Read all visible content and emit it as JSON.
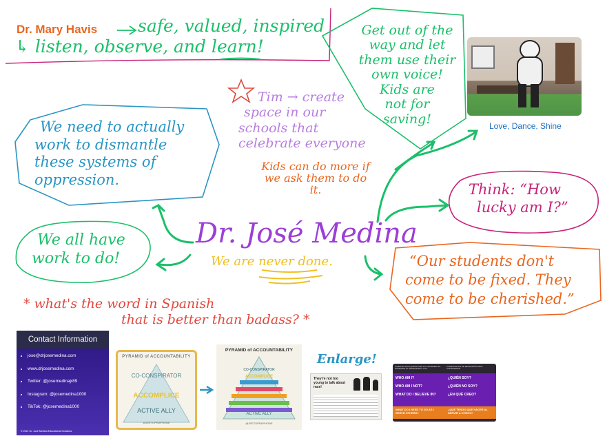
{
  "header": {
    "presenter_name": "Dr. Mary Havis",
    "line1": "safe, valued, inspired",
    "line2_prefix": "listen, observe, and ",
    "line2_learn": "learn",
    "line2_suffix": "!"
  },
  "notes": {
    "voice": [
      "Get out of the",
      "way and let",
      "them use their",
      "own voice!",
      "Kids are",
      "not for",
      "saving!"
    ],
    "tim": [
      "Tim → create",
      "space in our",
      "schools that",
      "celebrate everyone"
    ],
    "kids_more": [
      "Kids can do more if",
      "we ask them to do",
      "it."
    ],
    "dismantle": [
      "We need to actually",
      "work to dismantle",
      "these systems of",
      "oppression."
    ],
    "all_work": [
      "We all have",
      "work to do!"
    ],
    "lucky": [
      "Think: “How",
      "lucky am I?”"
    ],
    "students": [
      "“Our students don't",
      "come to be fixed. They",
      "come to be cherished.”"
    ],
    "spanish": [
      "* what's the word in Spanish",
      "that is better than badass? *"
    ],
    "never_done": "We are never done."
  },
  "center": {
    "title": "Dr. José Medina"
  },
  "video": {
    "caption": "Love, Dance, Shine"
  },
  "contact": {
    "title": "Contact Information",
    "items": [
      "jose@drjosemedina.com",
      "www.drjosemedina.com",
      "Twitter: @josemedinajr89",
      "Instagram: @josemedina1000",
      "TikTok: @josemedina1000"
    ],
    "footer": "© 2021 Dr. José Medina Educational Solutions"
  },
  "pyramid_small": {
    "title": "PYRAMID of ACCOUNTABILITY",
    "levels": [
      "CO-CONSPIRATOR",
      "ACCOMPLICE",
      "ACTIVE ALLY"
    ],
    "handle": "@JEETOPRAPHONE"
  },
  "pyramid_large": {
    "title": "PYRAMID of ACCOUNTABILITY",
    "levels": [
      "CO-CONSPIRATOR",
      "ACCOMPLICE",
      "ACTIVE ALLY"
    ],
    "handle": "@JEETOPRAPHONE"
  },
  "enlarge": {
    "label": "Enlarge!"
  },
  "race_card": {
    "heading": "They're not too young to talk about race!"
  },
  "reflection": {
    "left_header": "5 REFLECTION QUESTIONS TO CONSIDER AS SOMEONE IS OPPRESSING YOU",
    "right_header": "5 PREGUNTAS DE REFLEXIÓN PARA CONSIDERAR",
    "left": [
      "WHO AM I?",
      "WHO AM I NOT?",
      "WHAT DO I BELIEVE IN?",
      "WHAT DO I NEED TO DO AS I SERVE OTHERS?"
    ],
    "right": [
      "¿QUIÉN SOY?",
      "¿QUIÉN NO SOY?",
      "¿EN QUÉ CREO?",
      "¿QUÉ TENGO QUE HACER AL SERVIR A OTROS?"
    ]
  },
  "colors": {
    "orange": "#e8661f",
    "green": "#1bbf6a",
    "purple": "#9b3fd6",
    "blue": "#2a95c4",
    "magenta": "#c7237a",
    "red": "#e2483f",
    "yellow": "#f0c020",
    "contact_bg": "#3b1f9a"
  }
}
